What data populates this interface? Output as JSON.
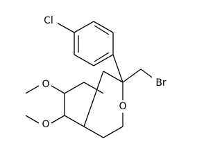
{
  "molecule": {
    "atom_labels": {
      "chlorine": "Cl",
      "bromine": "Br",
      "ring_oxygen": "O",
      "methoxy_oxygen_upper": "O",
      "methoxy_oxygen_lower": "O"
    }
  },
  "colors": {
    "ink": "#000000",
    "background": "#ffffff"
  }
}
